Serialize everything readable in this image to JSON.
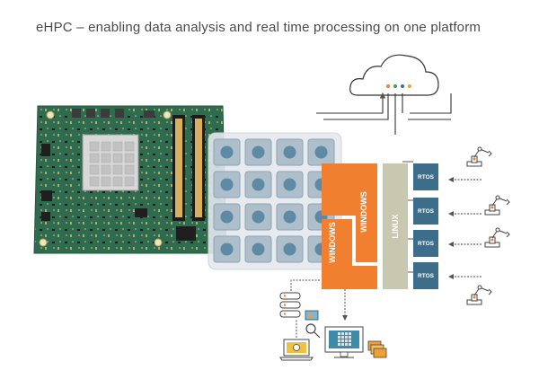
{
  "header": {
    "title": "eHPC – enabling data analysis and real time processing on one platform"
  },
  "diagram": {
    "windows_label": "WINDOWS",
    "linux_label": "LINUX",
    "rtos_label": "RTOS",
    "colors": {
      "windows": "#f08030",
      "linux": "#c8c8b0",
      "rtos": "#3c6e8c",
      "core_tile": "#7aa4bc",
      "grid_bg": "#e4e8ec",
      "board": "#2e6a4e"
    },
    "icons": [
      "cloud-icon",
      "robot-arm-icon",
      "server-stack-icon",
      "monitor-icon",
      "laptop-icon",
      "folder-icon",
      "magnifier-icon"
    ]
  }
}
